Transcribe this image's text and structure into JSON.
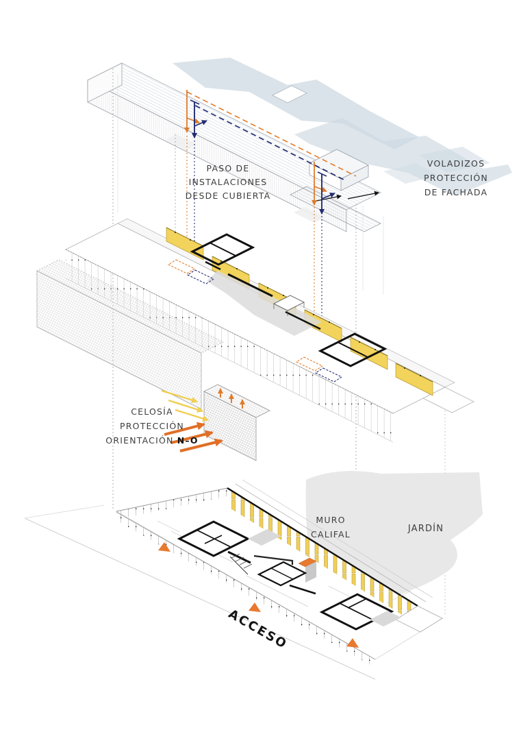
{
  "diagram": {
    "annotations": {
      "paso": {
        "lines": [
          "PASO DE",
          "INSTALACIONES",
          "DESDE CUBIERTA"
        ]
      },
      "voladizos": {
        "lines": [
          "VOLADIZOS",
          "PROTECCIÓN",
          "DE FACHADA"
        ]
      },
      "celosia": {
        "lines": [
          "CELOSÍA",
          "PROTECCIÓN"
        ],
        "line3_prefix": "ORIENTACIÓN ",
        "line3_bold": "N–O"
      },
      "muro_califal": {
        "lines": [
          "MURO",
          "CALIFAL"
        ]
      },
      "jardin": {
        "label": "JARDÍN"
      },
      "acceso": {
        "label": "ACCESO"
      }
    },
    "colors": {
      "service_supply_orange": "#E07B2A",
      "service_return_navy": "#232D72",
      "fin_yellow": "#F2D35B",
      "slat_yellow": "#F0CF58",
      "access_orange": "#E8792F",
      "sun_ray_yellow": "#F0CE52",
      "deflect_orange": "#E06F27",
      "roof_shadow_blue": "#CDD9E2",
      "garden_gray": "#E8E8E8",
      "plan_wall_black": "#111111"
    }
  }
}
